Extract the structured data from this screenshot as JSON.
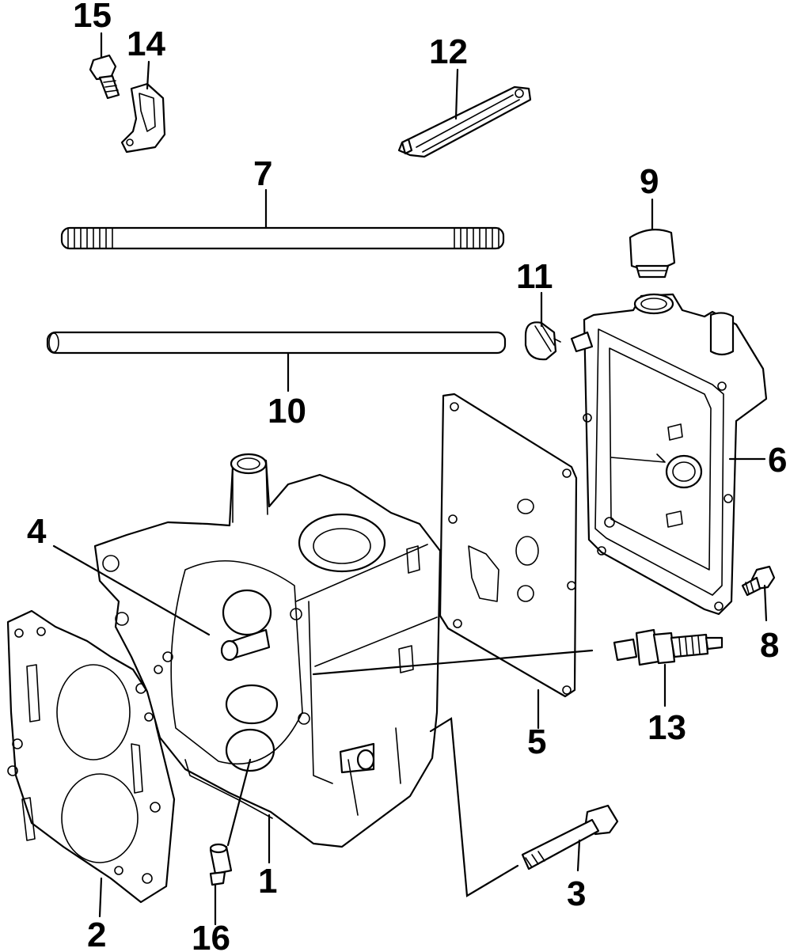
{
  "callouts": [
    {
      "id": "c1",
      "label": "1"
    },
    {
      "id": "c2",
      "label": "2"
    },
    {
      "id": "c3",
      "label": "3"
    },
    {
      "id": "c4",
      "label": "4"
    },
    {
      "id": "c5",
      "label": "5"
    },
    {
      "id": "c6",
      "label": "6"
    },
    {
      "id": "c7",
      "label": "7"
    },
    {
      "id": "c8",
      "label": "8"
    },
    {
      "id": "c9",
      "label": "9"
    },
    {
      "id": "c10",
      "label": "10"
    },
    {
      "id": "c11",
      "label": "11"
    },
    {
      "id": "c12",
      "label": "12"
    },
    {
      "id": "c13",
      "label": "13"
    },
    {
      "id": "c14",
      "label": "14"
    },
    {
      "id": "c15",
      "label": "15"
    },
    {
      "id": "c16",
      "label": "16"
    }
  ],
  "colors": {
    "line": "#000000",
    "background": "#ffffff"
  }
}
